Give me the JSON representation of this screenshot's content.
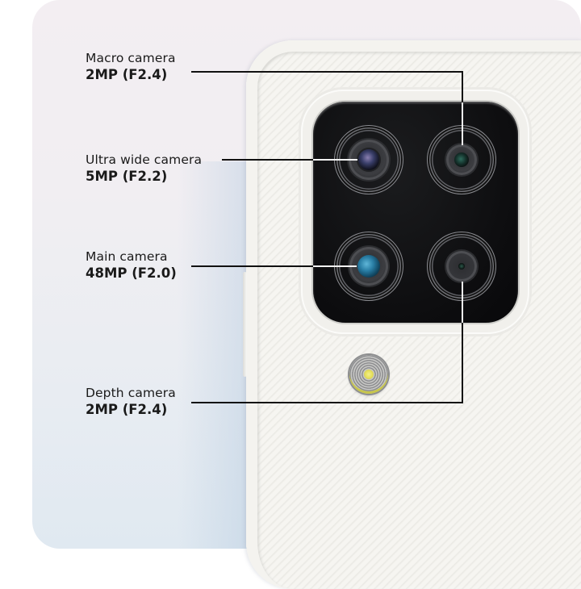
{
  "cameras": [
    {
      "id": "macro",
      "name": "Macro camera",
      "spec": "2MP (F2.4)"
    },
    {
      "id": "ultra_wide",
      "name": "Ultra wide camera",
      "spec": "5MP (F2.2)"
    },
    {
      "id": "main",
      "name": "Main camera",
      "spec": "48MP (F2.0)"
    },
    {
      "id": "depth",
      "name": "Depth camera",
      "spec": "2MP (F2.4)"
    }
  ],
  "colors": {
    "label_text": "#1a1a1a",
    "phone_body": "#f6f5f1",
    "camera_module": "#0d0d0f",
    "leader_line_outside": "#111111",
    "leader_line_inside": "#f2f2f2"
  }
}
